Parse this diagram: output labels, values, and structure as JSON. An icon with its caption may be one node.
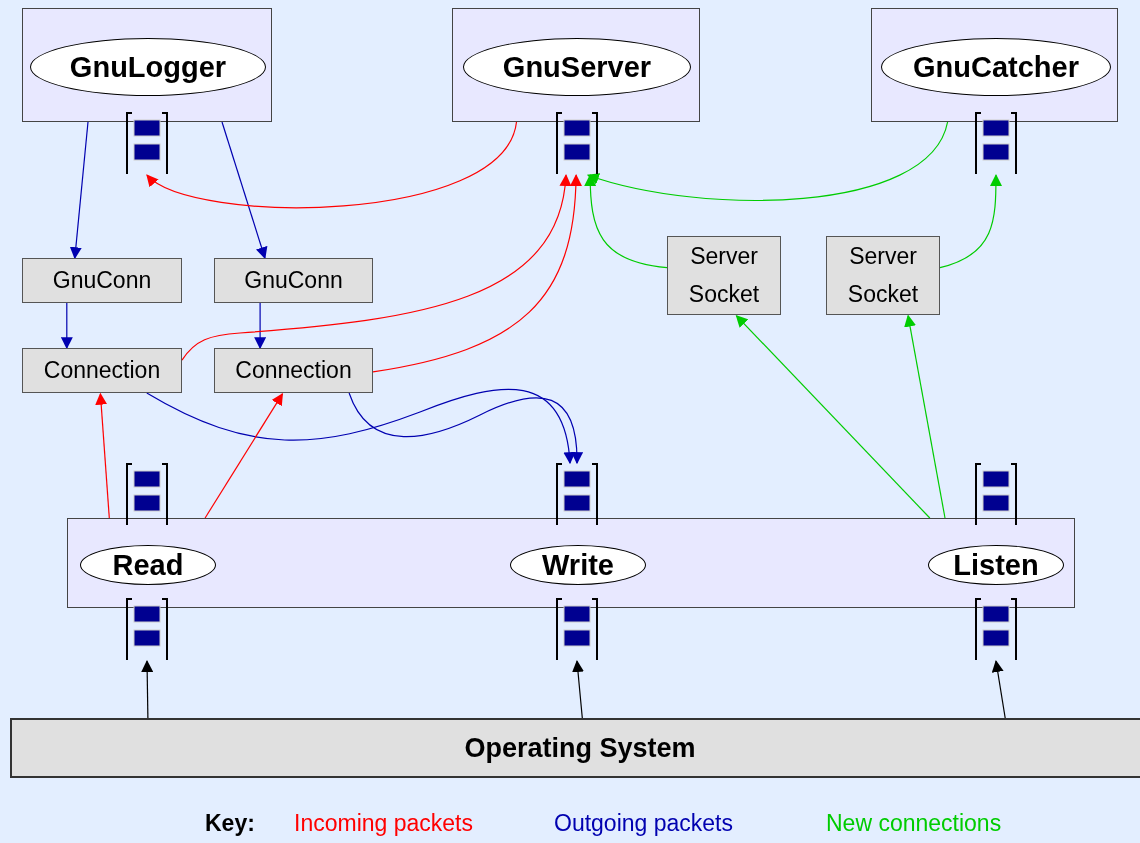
{
  "diagram": {
    "nodes": [
      {
        "text": [],
        "shape": "box"
      },
      {
        "text": [
          "GnuLogger"
        ],
        "in": 0
      },
      {
        "text": [],
        "shape": "box"
      },
      {
        "text": [
          "GnuServer"
        ],
        "in": 2
      },
      {
        "text": [],
        "shape": "box"
      },
      {
        "text": [
          "GnuCatcher"
        ],
        "in": 4
      },
      {
        "text": [],
        "shape": "queue"
      },
      {
        "text": [],
        "shape": "queue"
      },
      {
        "text": [],
        "shape": "queue"
      },
      {
        "text": [
          "GnuConn"
        ]
      },
      {
        "text": [
          "GnuConn"
        ]
      },
      {
        "text": [
          "Server Socket"
        ]
      },
      {
        "text": [
          "Server Socket"
        ]
      },
      {
        "text": [
          "Connection"
        ]
      },
      {
        "text": [
          "Connection"
        ]
      },
      {
        "text": [],
        "shape": "queue"
      },
      {
        "text": [],
        "shape": "queue"
      },
      {
        "text": [],
        "shape": "queue"
      },
      {
        "text": [],
        "shape": "box"
      },
      {
        "text": [
          "Read"
        ],
        "in": 18
      },
      {
        "text": [
          "Write"
        ],
        "in": 18
      },
      {
        "text": [
          "Listen"
        ],
        "in": 18
      },
      {
        "text": [],
        "shape": "queue"
      },
      {
        "text": [],
        "shape": "queue"
      },
      {
        "text": [],
        "shape": "queue"
      },
      {
        "text": [
          "Operating System"
        ]
      }
    ],
    "edges": [
      {
        "from": 0,
        "to": 9,
        "arrow": "to",
        "color": "#0000b0"
      },
      {
        "from": 0,
        "to": 10,
        "arrow": "to",
        "color": "#0000b0"
      },
      {
        "from": 2,
        "to": 6,
        "arrow": "to",
        "color": "#ff0000"
      },
      {
        "from": 4,
        "to": 7,
        "arrow": "to",
        "color": "#00cc00"
      },
      {
        "from": 11,
        "to": 7,
        "arrow": "to",
        "color": "#00cc00"
      },
      {
        "from": 12,
        "to": 8,
        "arrow": "to",
        "color": "#00cc00"
      },
      {
        "from": 9,
        "to": 13,
        "arrow": "to",
        "color": "#0000b0"
      },
      {
        "from": 10,
        "to": 14,
        "arrow": "to",
        "color": "#0000b0"
      },
      {
        "from": 13,
        "to": 7,
        "arrow": "to",
        "color": "#ff0000"
      },
      {
        "from": 14,
        "to": 7,
        "arrow": "to",
        "color": "#ff0000"
      },
      {
        "from": 13,
        "to": 16,
        "arrow": "to",
        "color": "#0000b0"
      },
      {
        "from": 14,
        "to": 16,
        "arrow": "to",
        "color": "#0000b0"
      },
      {
        "from": 18,
        "to": 13,
        "arrow": "to",
        "color": "#ff0000"
      },
      {
        "from": 18,
        "to": 14,
        "arrow": "to",
        "color": "#ff0000"
      },
      {
        "from": 18,
        "to": 11,
        "arrow": "to",
        "color": "#00cc00"
      },
      {
        "from": 18,
        "to": 12,
        "arrow": "to",
        "color": "#00cc00"
      },
      {
        "from": 25,
        "to": 22,
        "arrow": "to",
        "color": "#000000"
      },
      {
        "from": 25,
        "to": 23,
        "arrow": "to",
        "color": "#000000"
      },
      {
        "from": 25,
        "to": 24,
        "arrow": "to",
        "color": "#000000"
      }
    ],
    "labels": [
      "Key:"
    ],
    "legend": [
      {
        "text": "Incoming packets",
        "color": "#ff0000"
      },
      {
        "text": "Outgoing packets",
        "color": "#0000b0"
      },
      {
        "text": "New connections",
        "color": "#00cc00"
      }
    ]
  }
}
